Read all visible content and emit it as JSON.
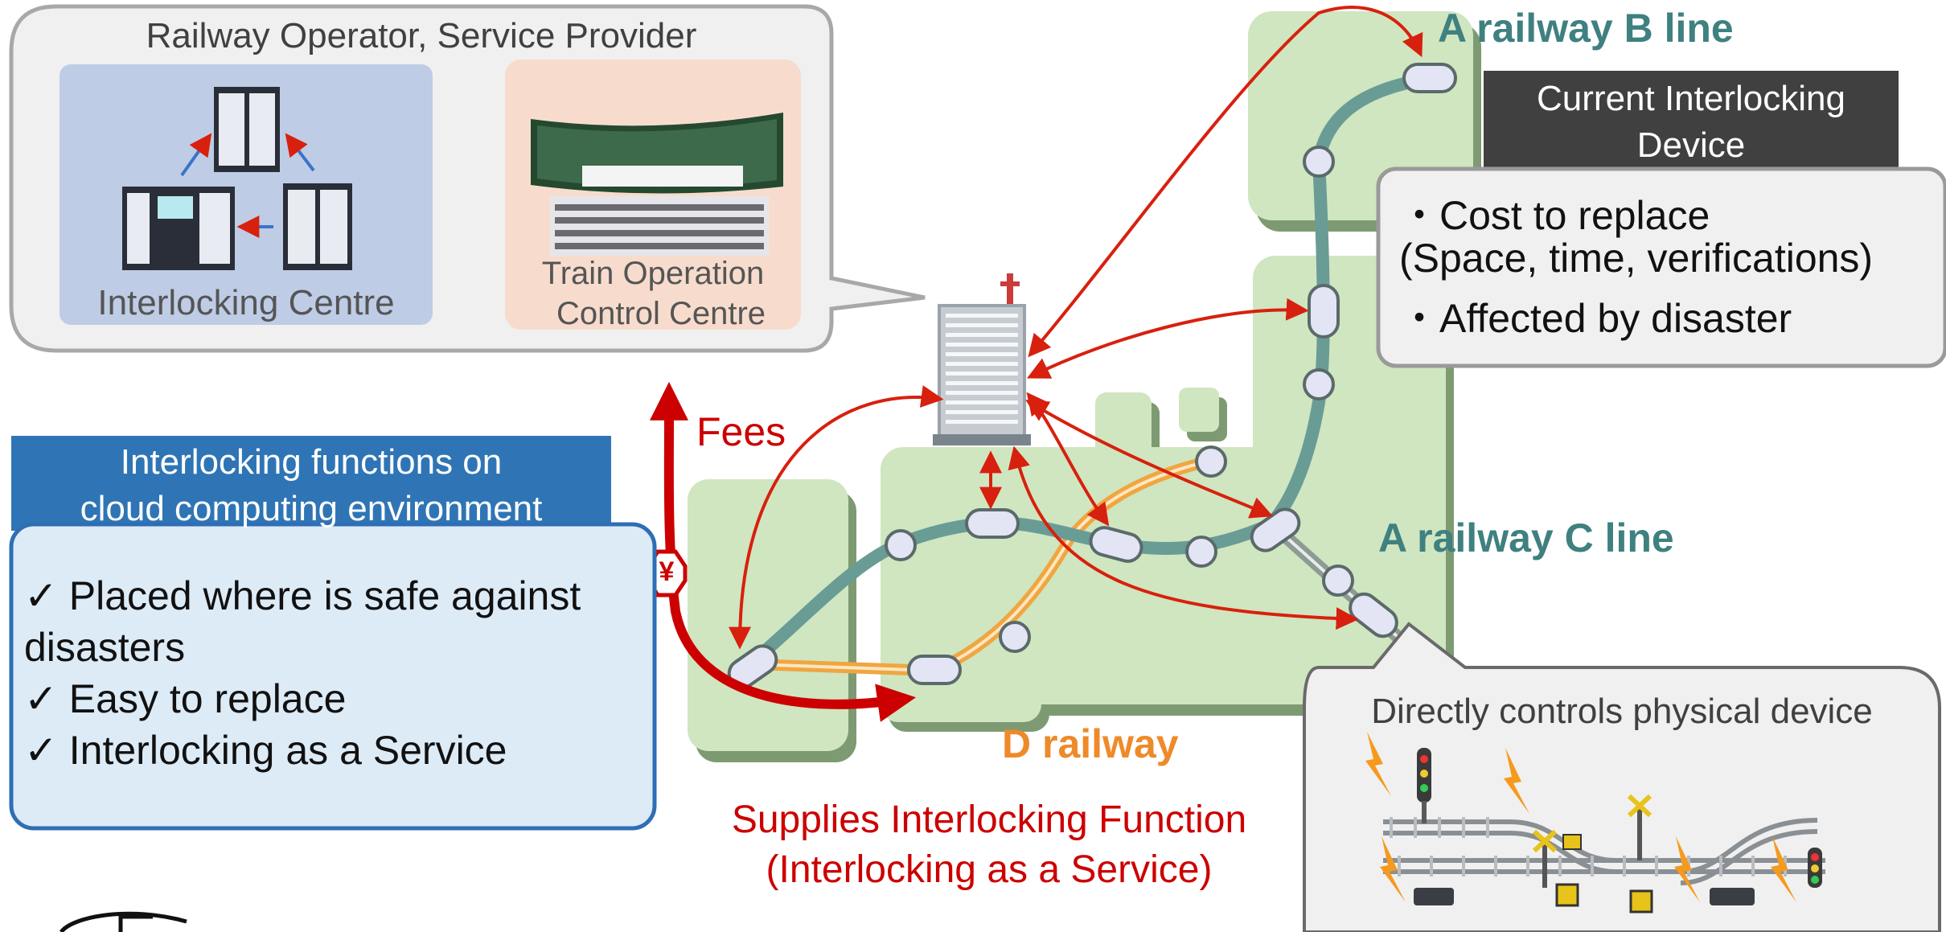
{
  "provider": {
    "title": "Railway Operator, Service Provider",
    "interlocking_centre": "Interlocking Centre",
    "control_centre": [
      "Train Operation",
      "Control Centre"
    ]
  },
  "lines": {
    "b_line": "A railway B line",
    "c_line": "A railway C line",
    "d_railway": "D railway"
  },
  "current_device": {
    "header": [
      "Current Interlocking",
      "Device"
    ],
    "items": [
      "・Cost to replace",
      "(Space, time, verifications)",
      "・Affected by disaster"
    ]
  },
  "cloud": {
    "header": [
      "Interlocking functions on",
      "cloud computing environment"
    ],
    "items": [
      "✓ Placed where is safe against",
      " disasters",
      "✓ Easy to replace",
      "✓ Interlocking as a Service"
    ]
  },
  "fees": "Fees",
  "currency_symbol": "¥",
  "supplies": [
    "Supplies Interlocking Function",
    "(Interlocking as a Service)"
  ],
  "physical": {
    "title": "Directly controls physical device"
  },
  "colors": {
    "land": "#cfe6c0",
    "track": "#6a9c96",
    "d_track": "#f0a640",
    "red": "#cc0000",
    "teal_text": "#3f8080",
    "orange_text": "#ee8a2a",
    "blue_header": "#2f75b5",
    "dark_header": "#404040"
  }
}
